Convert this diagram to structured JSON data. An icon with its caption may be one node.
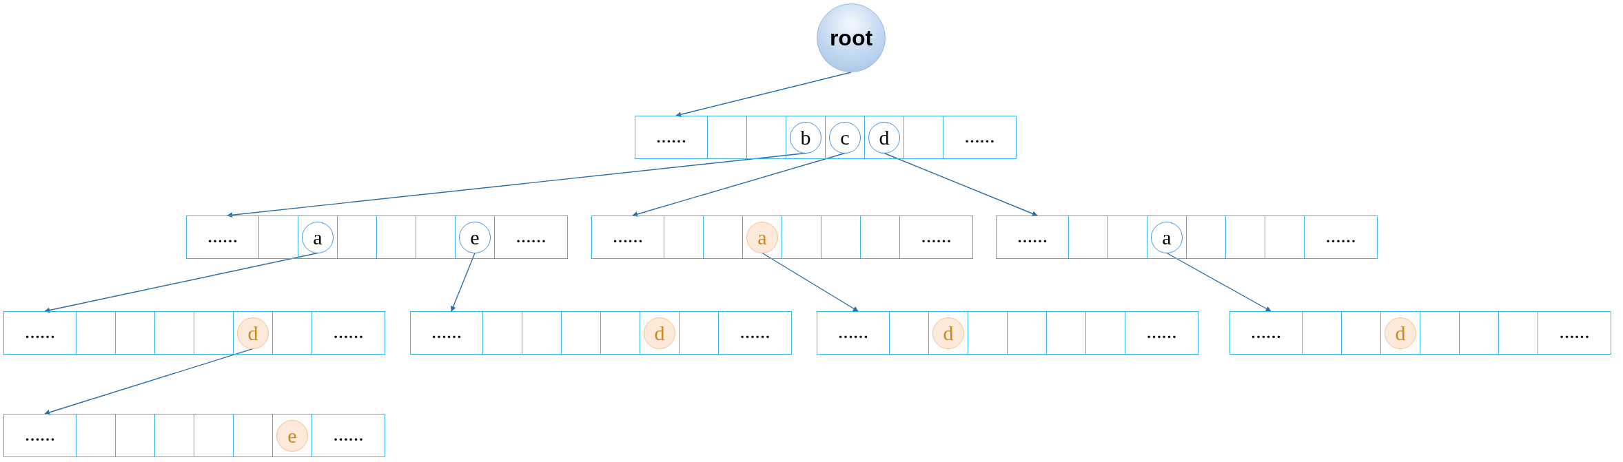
{
  "diagram": {
    "nodes": [
      {
        "text": [
          "root"
        ]
      },
      {
        "text": [],
        "shape": "box"
      },
      {
        "text": [
          "……"
        ],
        "in": 1
      },
      {
        "text": [],
        "shape": "box",
        "in": 1
      },
      {
        "text": [],
        "shape": "box",
        "in": 1
      },
      {
        "text": [
          "b"
        ],
        "in": 1
      },
      {
        "text": [
          "c"
        ],
        "in": 1
      },
      {
        "text": [
          "d"
        ],
        "in": 1
      },
      {
        "text": [],
        "shape": "box",
        "in": 1
      },
      {
        "text": [
          "……"
        ],
        "in": 1
      },
      {
        "text": [],
        "shape": "box"
      },
      {
        "text": [
          "……"
        ],
        "in": 10
      },
      {
        "text": [],
        "shape": "box",
        "in": 10
      },
      {
        "text": [
          "a"
        ],
        "in": 10
      },
      {
        "text": [],
        "shape": "box",
        "in": 10
      },
      {
        "text": [],
        "shape": "box",
        "in": 10
      },
      {
        "text": [],
        "shape": "box",
        "in": 10
      },
      {
        "text": [
          "e"
        ],
        "in": 10
      },
      {
        "text": [
          "……"
        ],
        "in": 10
      },
      {
        "text": [],
        "shape": "box"
      },
      {
        "text": [
          "……"
        ],
        "in": 19
      },
      {
        "text": [],
        "shape": "box",
        "in": 19
      },
      {
        "text": [],
        "shape": "box",
        "in": 19
      },
      {
        "text": [
          "a"
        ],
        "in": 19
      },
      {
        "text": [],
        "shape": "box",
        "in": 19
      },
      {
        "text": [],
        "shape": "box",
        "in": 19
      },
      {
        "text": [],
        "shape": "box",
        "in": 19
      },
      {
        "text": [
          "……"
        ],
        "in": 19
      },
      {
        "text": [],
        "shape": "box"
      },
      {
        "text": [
          "……"
        ],
        "in": 28
      },
      {
        "text": [],
        "shape": "box",
        "in": 28
      },
      {
        "text": [],
        "shape": "box",
        "in": 28
      },
      {
        "text": [
          "a"
        ],
        "in": 28
      },
      {
        "text": [],
        "shape": "box",
        "in": 28
      },
      {
        "text": [],
        "shape": "box",
        "in": 28
      },
      {
        "text": [],
        "shape": "box",
        "in": 28
      },
      {
        "text": [
          "……"
        ],
        "in": 28
      },
      {
        "text": [],
        "shape": "box"
      },
      {
        "text": [
          "……"
        ],
        "in": 37
      },
      {
        "text": [],
        "shape": "box",
        "in": 37
      },
      {
        "text": [],
        "shape": "box",
        "in": 37
      },
      {
        "text": [],
        "shape": "box",
        "in": 37
      },
      {
        "text": [],
        "shape": "box",
        "in": 37
      },
      {
        "text": [
          "d"
        ],
        "in": 37
      },
      {
        "text": [],
        "shape": "box",
        "in": 37
      },
      {
        "text": [
          "……"
        ],
        "in": 37
      },
      {
        "text": [],
        "shape": "box"
      },
      {
        "text": [
          "……"
        ],
        "in": 46
      },
      {
        "text": [],
        "shape": "box",
        "in": 46
      },
      {
        "text": [],
        "shape": "box",
        "in": 46
      },
      {
        "text": [],
        "shape": "box",
        "in": 46
      },
      {
        "text": [],
        "shape": "box",
        "in": 46
      },
      {
        "text": [
          "d"
        ],
        "in": 46
      },
      {
        "text": [],
        "shape": "box",
        "in": 46
      },
      {
        "text": [
          "……"
        ],
        "in": 46
      },
      {
        "text": [],
        "shape": "box"
      },
      {
        "text": [
          "……"
        ],
        "in": 55
      },
      {
        "text": [],
        "shape": "box",
        "in": 55
      },
      {
        "text": [
          "d"
        ],
        "in": 55
      },
      {
        "text": [],
        "shape": "box",
        "in": 55
      },
      {
        "text": [],
        "shape": "box",
        "in": 55
      },
      {
        "text": [],
        "shape": "box",
        "in": 55
      },
      {
        "text": [],
        "shape": "box",
        "in": 55
      },
      {
        "text": [
          "……"
        ],
        "in": 55
      },
      {
        "text": [],
        "shape": "box"
      },
      {
        "text": [
          "……"
        ],
        "in": 64
      },
      {
        "text": [],
        "shape": "box",
        "in": 64
      },
      {
        "text": [],
        "shape": "box",
        "in": 64
      },
      {
        "text": [
          "d"
        ],
        "in": 64
      },
      {
        "text": [],
        "shape": "box",
        "in": 64
      },
      {
        "text": [],
        "shape": "box",
        "in": 64
      },
      {
        "text": [],
        "shape": "box",
        "in": 64
      },
      {
        "text": [
          "……"
        ],
        "in": 64
      },
      {
        "text": [],
        "shape": "box"
      },
      {
        "text": [
          "……"
        ],
        "in": 73
      },
      {
        "text": [],
        "shape": "box",
        "in": 73
      },
      {
        "text": [],
        "shape": "box",
        "in": 73
      },
      {
        "text": [],
        "shape": "box",
        "in": 73
      },
      {
        "text": [],
        "shape": "box",
        "in": 73
      },
      {
        "text": [],
        "shape": "box",
        "in": 73
      },
      {
        "text": [
          "e"
        ],
        "in": 73
      },
      {
        "text": [
          "……"
        ],
        "in": 73
      }
    ],
    "edges": [
      {
        "from": 0,
        "to": 1,
        "arrow": "to"
      },
      {
        "from": 5,
        "to": 10,
        "arrow": "to"
      },
      {
        "from": 6,
        "to": 19,
        "arrow": "to"
      },
      {
        "from": 7,
        "to": 28,
        "arrow": "to"
      },
      {
        "from": 13,
        "to": 37,
        "arrow": "to"
      },
      {
        "from": 17,
        "to": 46,
        "arrow": "to"
      },
      {
        "from": 23,
        "to": 55,
        "arrow": "to"
      },
      {
        "from": 32,
        "to": 64,
        "arrow": "to"
      },
      {
        "from": 43,
        "to": 73,
        "arrow": "to"
      }
    ]
  }
}
